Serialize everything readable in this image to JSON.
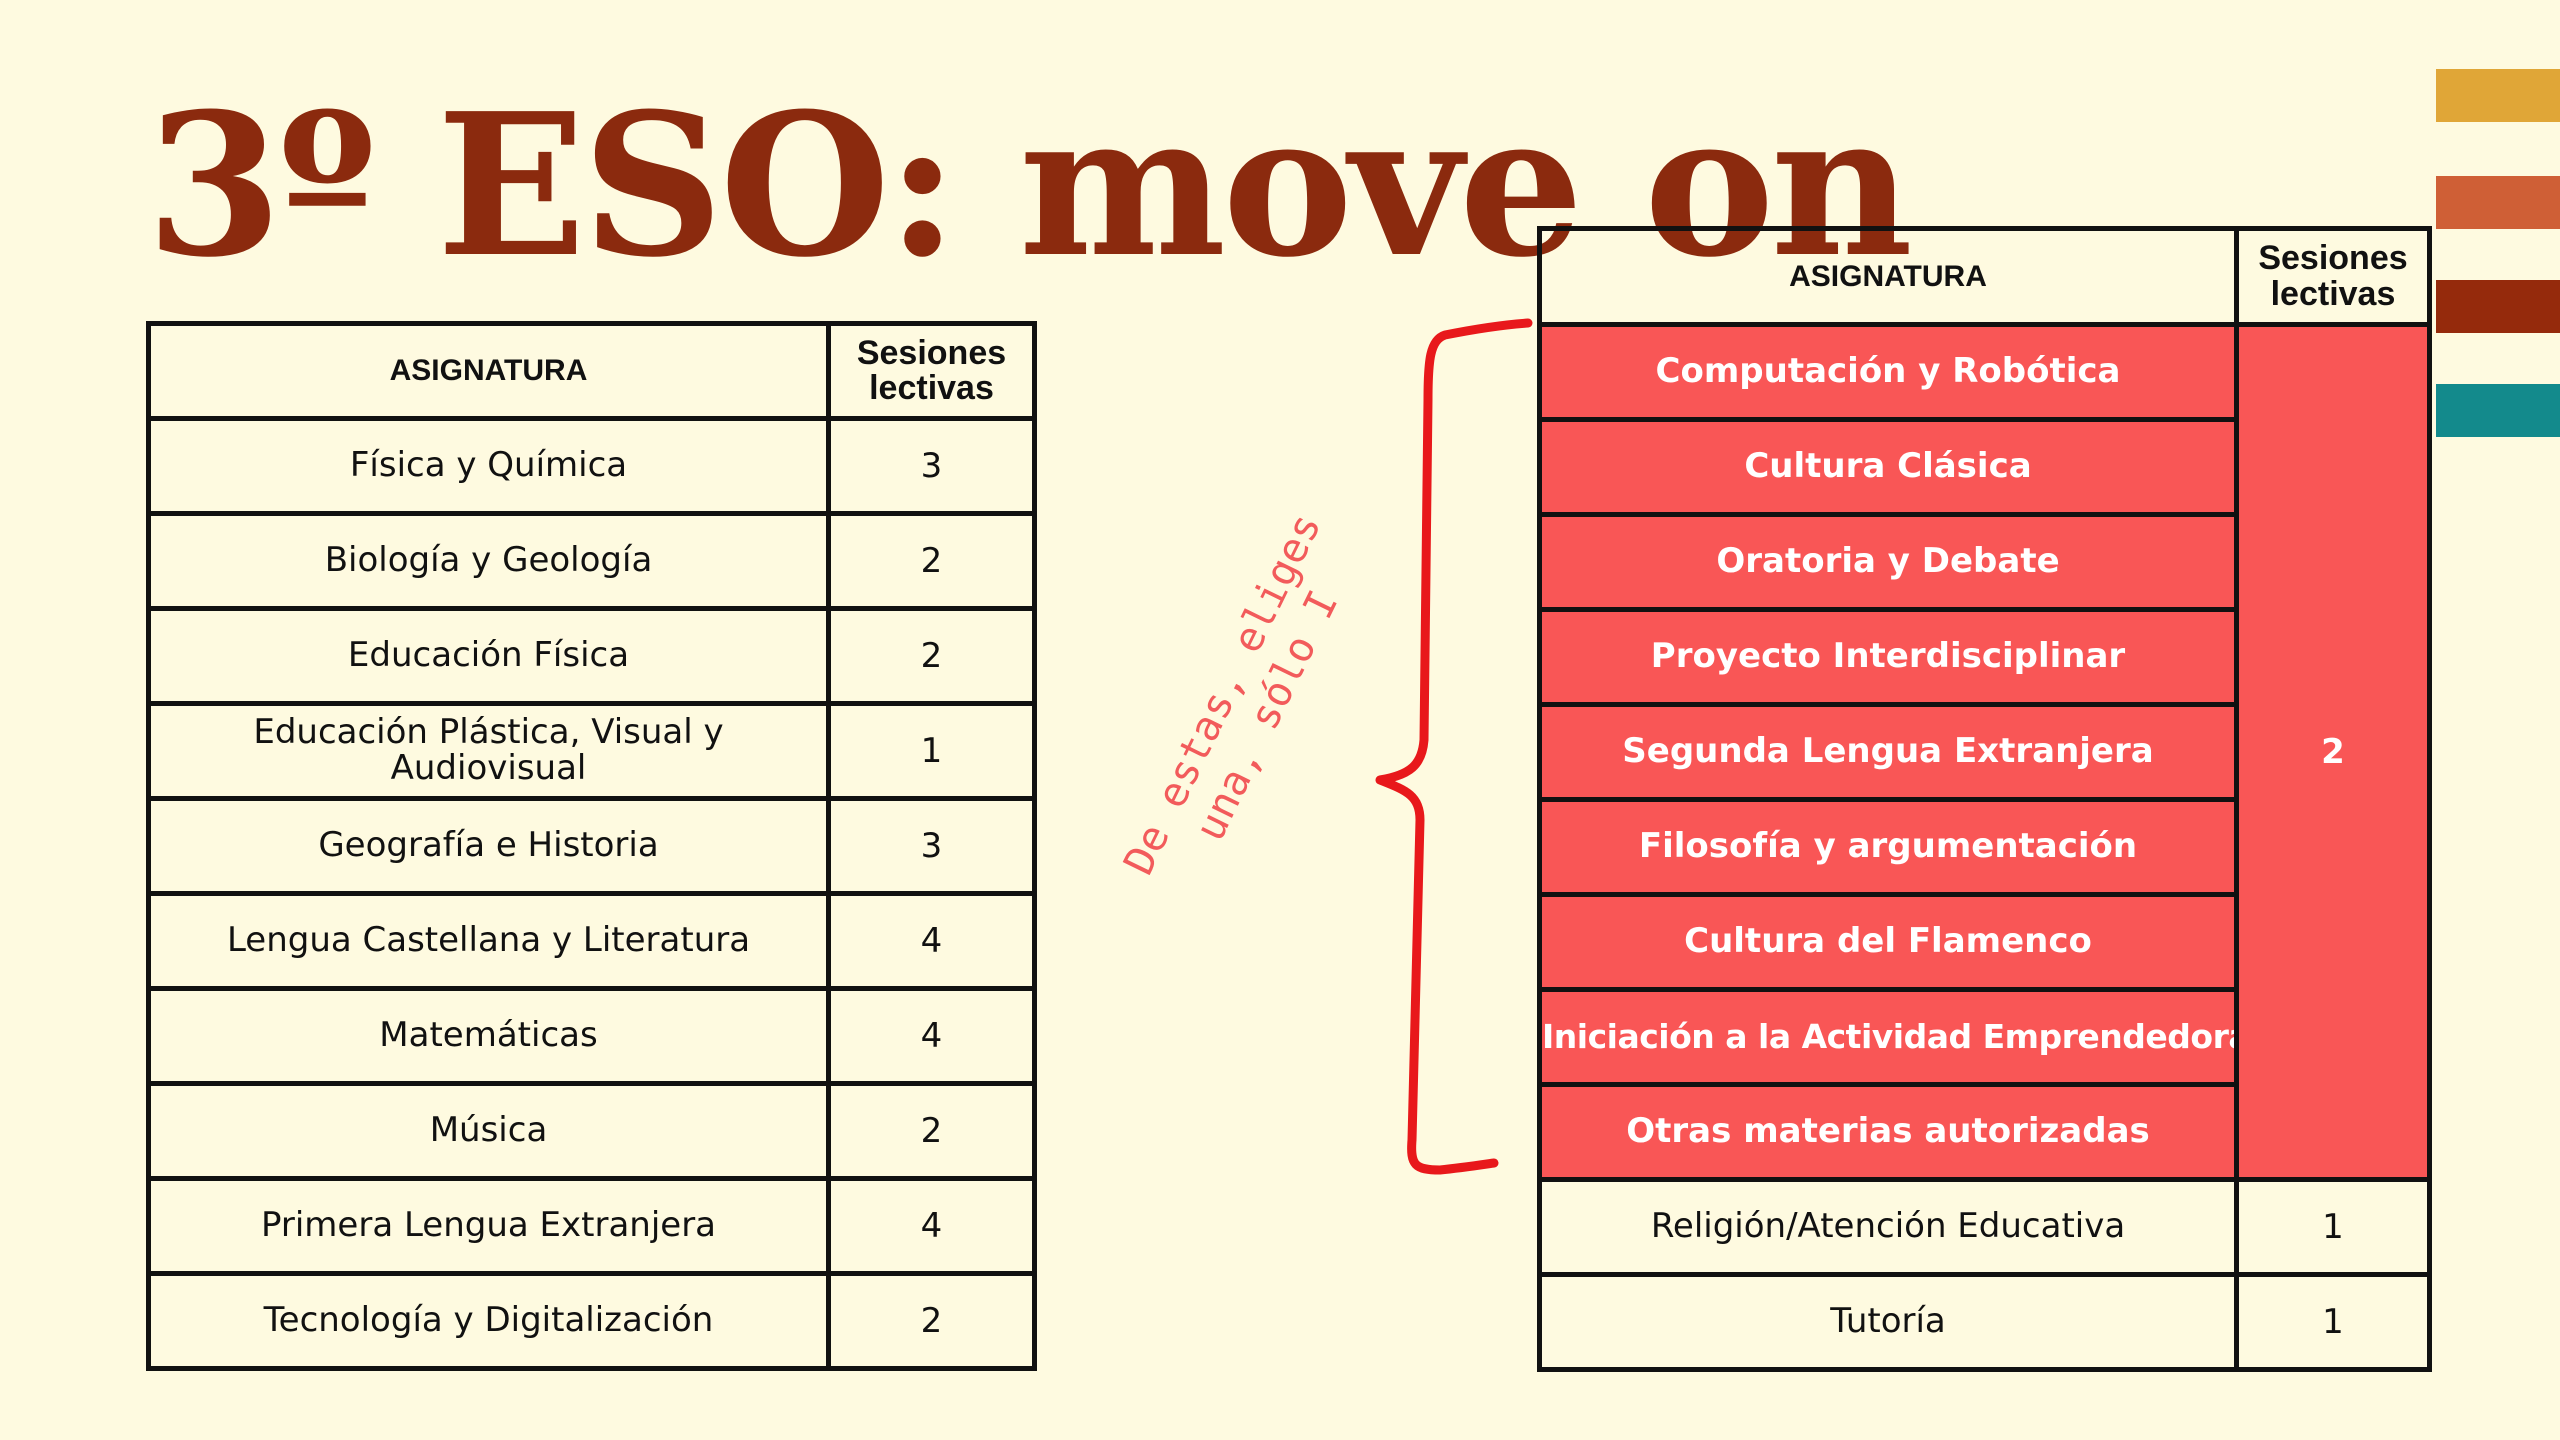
{
  "title": "3º ESO: move on",
  "left_table": {
    "headers": {
      "subject": "ASIGNATURA",
      "sessions": "Sesiones lectivas"
    },
    "rows": [
      {
        "subject": "Física y Química",
        "sessions": "3"
      },
      {
        "subject": "Biología y Geología",
        "sessions": "2"
      },
      {
        "subject": "Educación Física",
        "sessions": "2"
      },
      {
        "subject": "Educación Plástica, Visual y Audiovisual",
        "sessions": "1"
      },
      {
        "subject": "Geografía e Historia",
        "sessions": "3"
      },
      {
        "subject": "Lengua Castellana y Literatura",
        "sessions": "4"
      },
      {
        "subject": "Matemáticas",
        "sessions": "4"
      },
      {
        "subject": "Música",
        "sessions": "2"
      },
      {
        "subject": "Primera Lengua Extranjera",
        "sessions": "4"
      },
      {
        "subject": "Tecnología y Digitalización",
        "sessions": "2"
      }
    ]
  },
  "right_table": {
    "headers": {
      "subject": "ASIGNATURA",
      "sessions": "Sesiones lectivas"
    },
    "optional_rows": [
      "Computación y Robótica",
      "Cultura Clásica",
      "Oratoria y Debate",
      "Proyecto Interdisciplinar",
      "Segunda Lengua Extranjera",
      "Filosofía y argumentación",
      "Cultura del Flamenco",
      "Iniciación a la Actividad Emprendedora",
      "Otras materias autorizadas"
    ],
    "optional_sessions": "2",
    "rows": [
      {
        "subject": "Religión/Atención Educativa",
        "sessions": "1"
      },
      {
        "subject": "Tutoría",
        "sessions": "1"
      }
    ]
  },
  "annotation": {
    "line1": "De estas, eliges",
    "line2": "una, sólo I"
  },
  "colors": {
    "background": "#fefae0",
    "title": "#8b2a0e",
    "optional_fill": "#f95656",
    "annotation": "#f25b5b",
    "brace": "#e8181b",
    "stripes": [
      "#e0a637",
      "#cf5f36",
      "#952a0c",
      "#138a8c"
    ]
  }
}
